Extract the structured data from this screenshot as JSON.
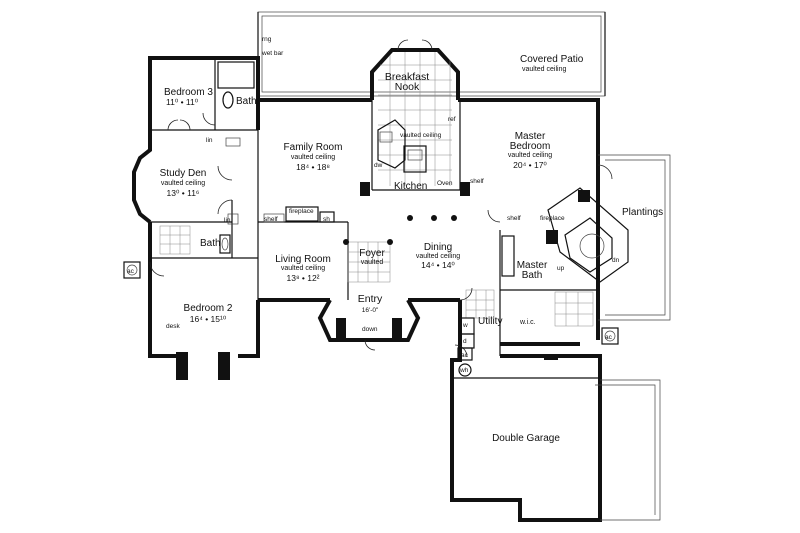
{
  "rooms": {
    "covered_patio": {
      "name": "Covered  Patio",
      "note": "vaulted ceiling"
    },
    "breakfast_nook": {
      "line1": "Breakfast",
      "line2": "Nook"
    },
    "bedroom3": {
      "name": "Bedroom 3",
      "dims": "11⁰  •  11⁰"
    },
    "bath_top": {
      "name": "Bath"
    },
    "family_room": {
      "name": "Family Room",
      "note": "vaulted ceiling",
      "dims": "18⁴  •  18⁸"
    },
    "kitchen": {
      "name": "Kitchen",
      "note": "vaulted ceiling"
    },
    "master_bedroom": {
      "line1": "Master",
      "line2": "Bedroom",
      "note": "vaulted ceiling",
      "dims": "20⁴  •  17⁰"
    },
    "study_den": {
      "name": "Study Den",
      "note": "vaulted ceiling",
      "dims": "13⁰  •  11⁶"
    },
    "plantings": {
      "name": "Plantings"
    },
    "living_room": {
      "name": "Living Room",
      "note": "vaulted ceiling",
      "dims": "13⁸  •  12²"
    },
    "foyer": {
      "name": "Foyer",
      "note": "vaulted"
    },
    "dining": {
      "name": "Dining",
      "note": "vaulted ceiling",
      "dims": "14⁴  •  14⁰"
    },
    "master_bath": {
      "line1": "Master",
      "line2": "Bath"
    },
    "bath_left": {
      "name": "Bath"
    },
    "bedroom2": {
      "name": "Bedroom 2",
      "dims": "16⁴  •  15¹⁰"
    },
    "entry": {
      "name": "Entry",
      "dims": "16'-0\""
    },
    "utility": {
      "name": "Utility"
    },
    "wic": {
      "name": "w.i.c."
    },
    "double_garage": {
      "name": "Double Garage"
    }
  },
  "fixtures": {
    "rng": "rng",
    "wet_bar": "wet bar",
    "lin_top": "lin",
    "lin_left": "lin",
    "ref": "ref",
    "dw": "dw",
    "oven": "Oven",
    "shelf_kitchen": "shelf",
    "shelf_left": "shelf",
    "fireplace_living": "fireplace",
    "sh": "sh",
    "shelf_master": "shelf",
    "fireplace_master": "fireplace",
    "up": "up",
    "dn": "dn",
    "desk": "desk",
    "down": "down",
    "w": "w",
    "d": "d",
    "ac_top": "ac",
    "wh": "wh",
    "ac_left": "ac",
    "ac_right": "ac"
  }
}
